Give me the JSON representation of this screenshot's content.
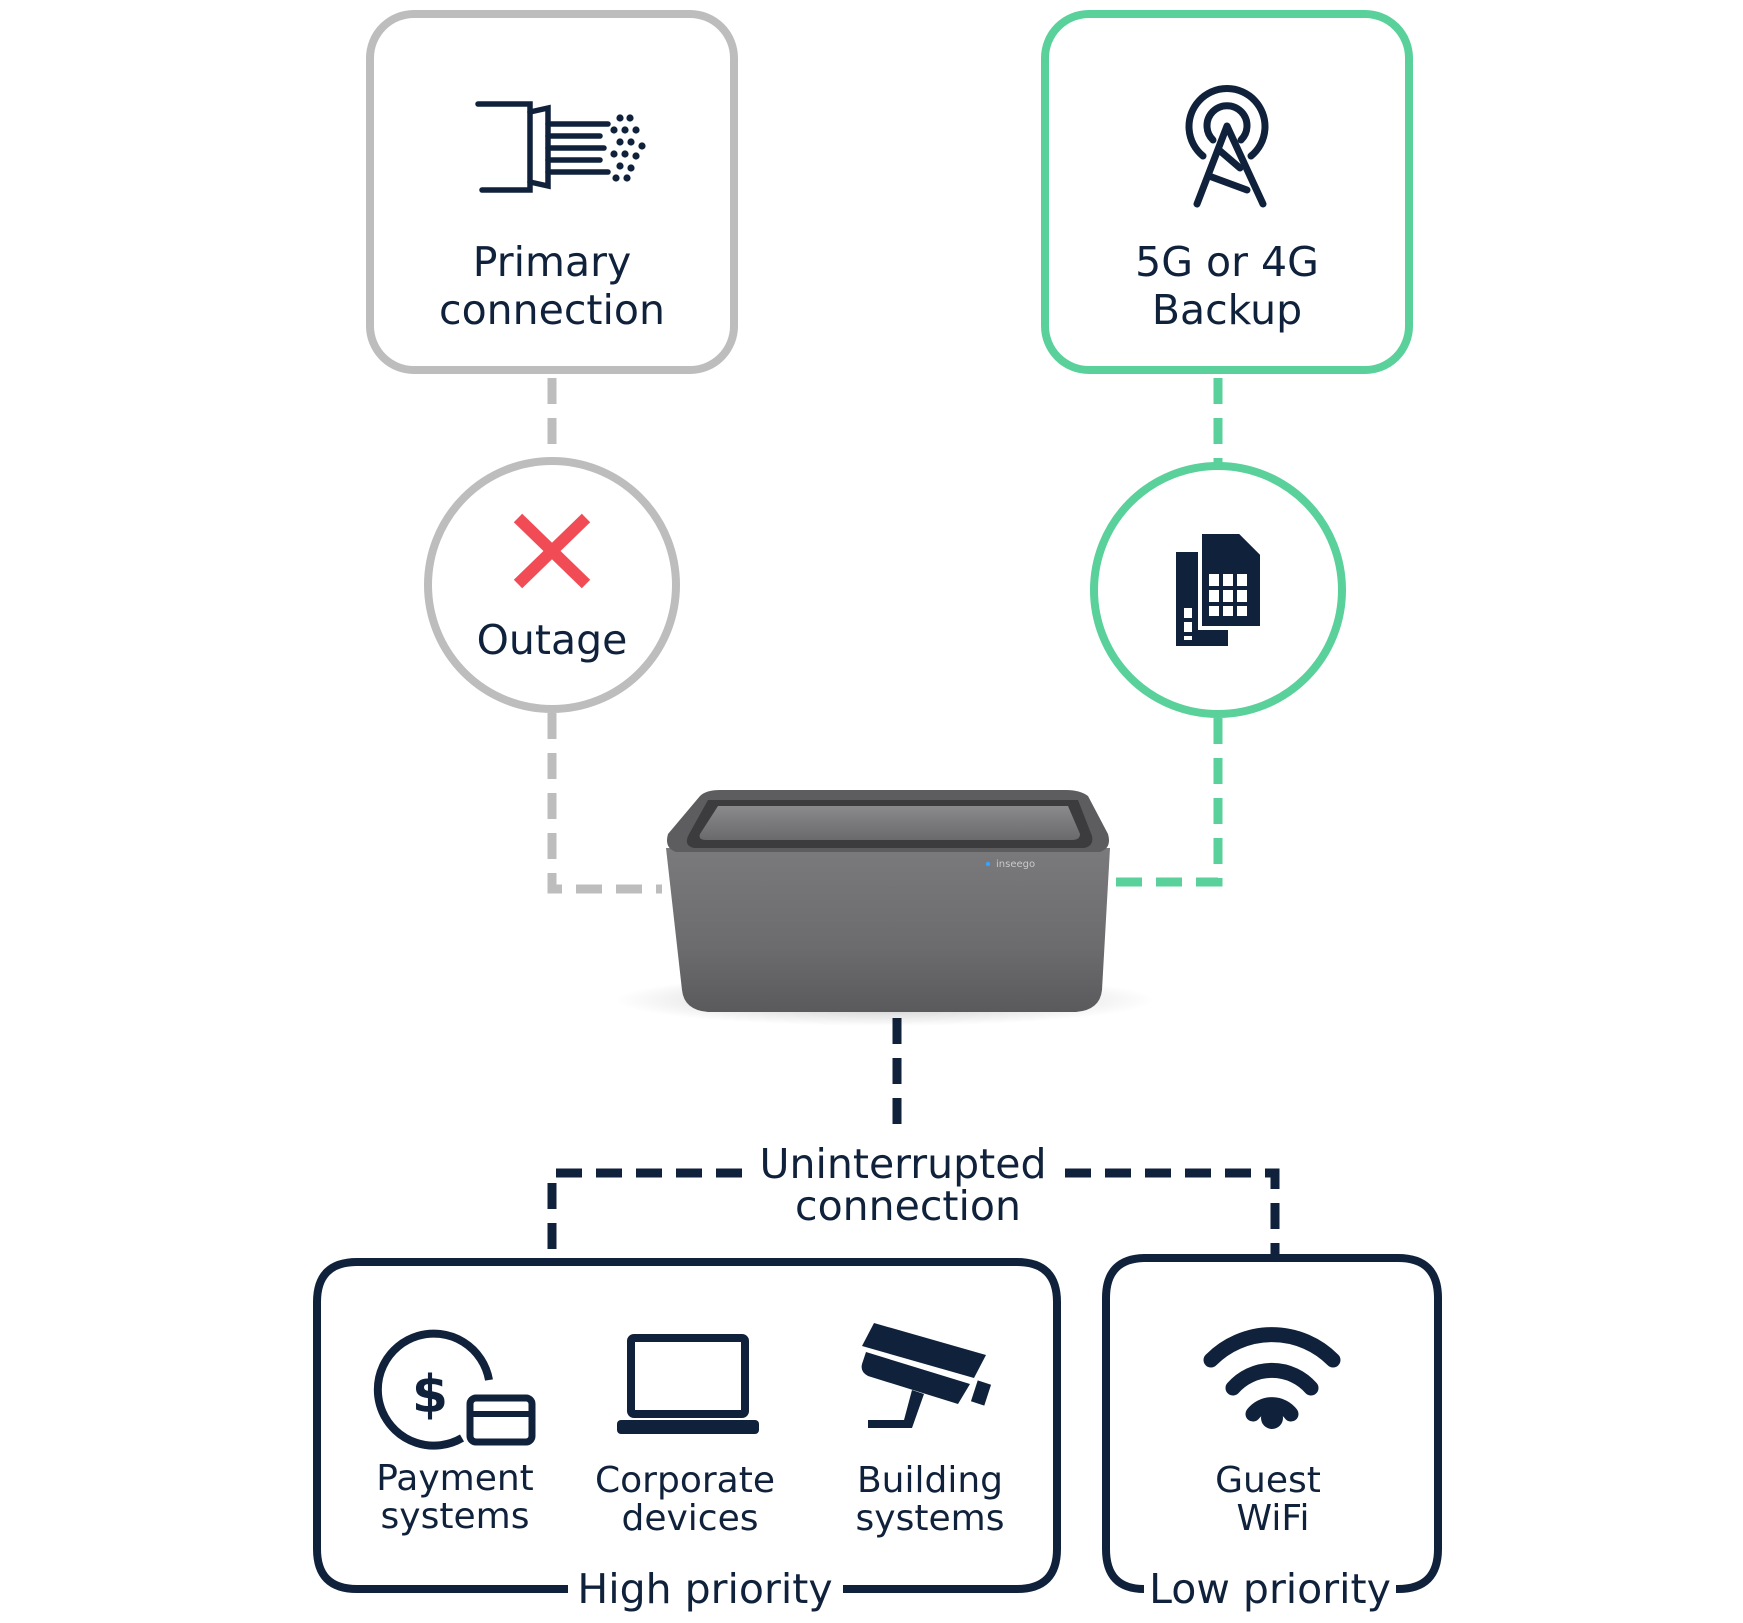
{
  "primary": {
    "line1": "Primary",
    "line2": "connection",
    "icon": "fiber-optic-icon",
    "color": "#bdbdbd"
  },
  "backup": {
    "line1": "5G or 4G",
    "line2": "Backup",
    "icon": "cell-tower-icon",
    "color": "#5ad19a"
  },
  "outage": {
    "label": "Outage",
    "icon": "x-icon",
    "icon_color": "#f14b55"
  },
  "sim": {
    "icon": "sim-card-icon"
  },
  "router": {
    "brand": "inseego"
  },
  "uninterrupted": {
    "line1": "Uninterrupted",
    "line2": "connection"
  },
  "high_priority": {
    "title": "High priority",
    "items": [
      {
        "line1": "Payment",
        "line2": "systems",
        "icon": "payment-icon"
      },
      {
        "line1": "Corporate",
        "line2": "devices",
        "icon": "laptop-icon"
      },
      {
        "line1": "Building",
        "line2": "systems",
        "icon": "security-camera-icon"
      }
    ]
  },
  "low_priority": {
    "title": "Low priority",
    "items": [
      {
        "line1": "Guest",
        "line2": "WiFi",
        "icon": "wifi-icon"
      }
    ]
  },
  "colors": {
    "navy": "#10223b",
    "gray": "#bdbdbd",
    "green": "#5ad19a",
    "red": "#f14b55"
  }
}
